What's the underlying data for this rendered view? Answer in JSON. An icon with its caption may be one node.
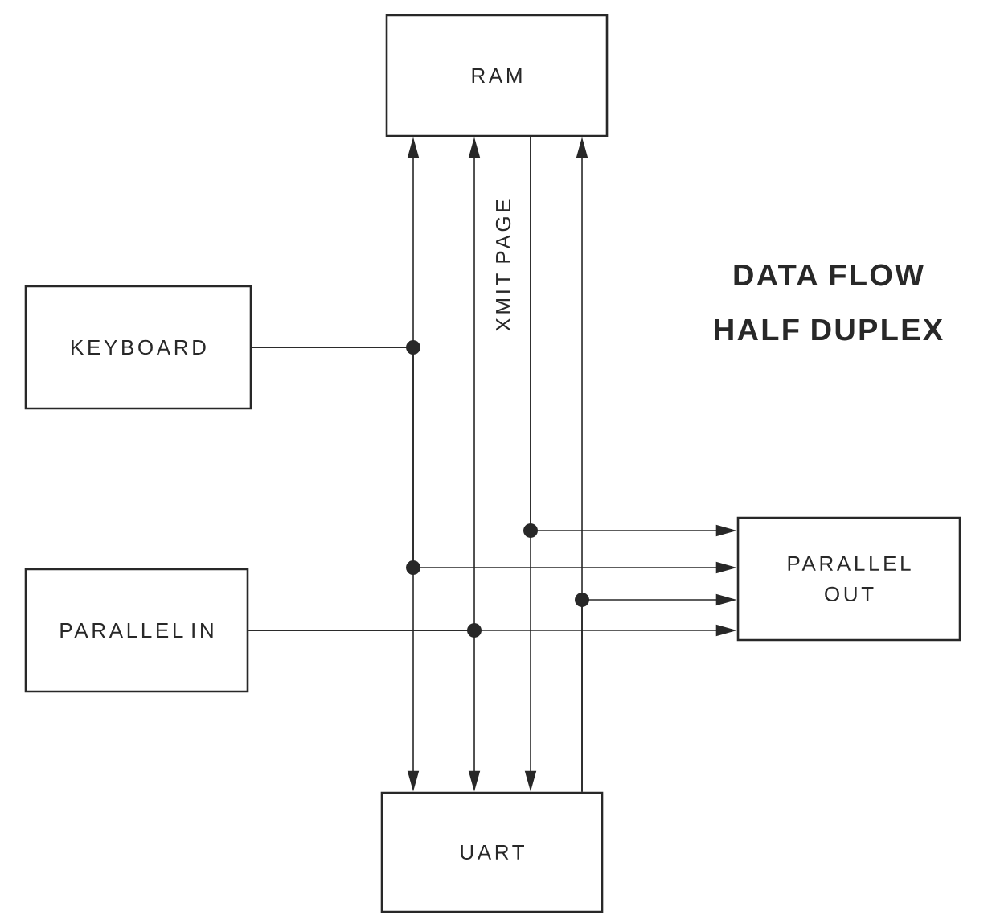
{
  "diagram": {
    "title": "DATA FLOW HALF DUPLEX",
    "nodes": [
      {
        "text": [
          "RAM"
        ]
      },
      {
        "text": [
          "KEYBOARD"
        ]
      },
      {
        "text": [
          "PARALLEL OUT"
        ]
      },
      {
        "text": [
          "PARALLEL IN"
        ]
      },
      {
        "text": [
          "UART"
        ]
      }
    ],
    "edges": [
      {
        "from": 1,
        "to": 0,
        "arrow": "to"
      },
      {
        "from": 1,
        "to": 4,
        "arrow": "to"
      },
      {
        "from": 1,
        "to": 2,
        "arrow": "to"
      },
      {
        "from": 3,
        "to": 0,
        "arrow": "to"
      },
      {
        "from": 3,
        "to": 4,
        "arrow": "to"
      },
      {
        "from": 3,
        "to": 2,
        "arrow": "to"
      },
      {
        "from": 0,
        "to": 4,
        "arrow": "to",
        "label": "XMIT PAGE"
      },
      {
        "from": 0,
        "to": 2,
        "arrow": "to"
      },
      {
        "from": 4,
        "to": 0,
        "arrow": "to"
      },
      {
        "from": 4,
        "to": 2,
        "arrow": "to"
      }
    ]
  }
}
